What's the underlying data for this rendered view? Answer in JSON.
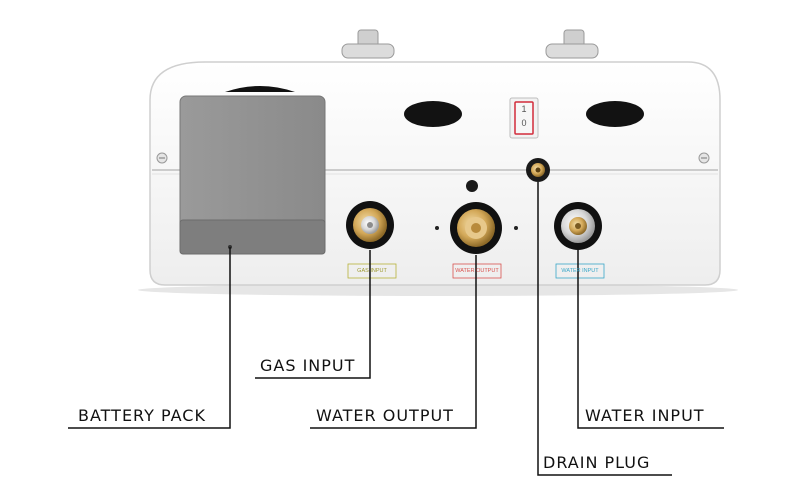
{
  "diagram": {
    "callouts": {
      "battery_pack": "BATTERY PACK",
      "gas_input": "GAS INPUT",
      "water_output": "WATER OUTPUT",
      "water_input": "WATER INPUT",
      "drain_plug": "DRAIN PLUG"
    },
    "port_labels": {
      "gas": "GAS INPUT",
      "water_output": "WATER OUTPUT",
      "water_input": "WATER INPUT"
    },
    "switch": {
      "on": "1",
      "off": "0"
    },
    "colors": {
      "gas_label": "#b7b23a",
      "water_output_label": "#d9534f",
      "water_input_label": "#3aa7c8",
      "switch_red": "#d22b3a",
      "brass": "#c9a24a"
    }
  }
}
